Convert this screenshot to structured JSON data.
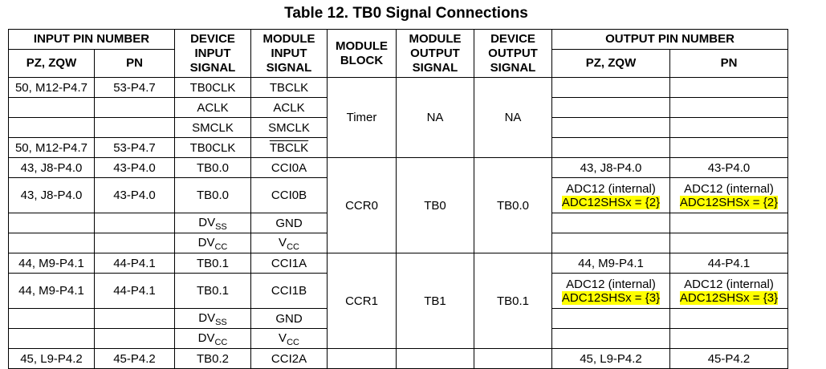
{
  "title": "Table 12. TB0 Signal Connections",
  "headers": {
    "input_pin_number": "INPUT PIN NUMBER",
    "device_input_signal": "DEVICE INPUT SIGNAL",
    "module_input_signal": "MODULE INPUT SIGNAL",
    "module_block": "MODULE BLOCK",
    "module_output_signal": "MODULE OUTPUT SIGNAL",
    "device_output_signal": "DEVICE OUTPUT SIGNAL",
    "output_pin_number": "OUTPUT PIN NUMBER",
    "pz_zqw": "PZ, ZQW",
    "pn": "PN"
  },
  "groups": {
    "timer": {
      "block": "Timer",
      "module_output": "NA",
      "device_output": "NA"
    },
    "ccr0": {
      "block": "CCR0",
      "module_output": "TB0",
      "device_output": "TB0.0"
    },
    "ccr1": {
      "block": "CCR1",
      "module_output": "TB1",
      "device_output": "TB0.1"
    }
  },
  "rows": [
    {
      "in_pz": "50, M12-P4.7",
      "in_pn": "53-P4.7",
      "dev_in": "TB0CLK",
      "mod_in": "TBCLK",
      "out_pz": "",
      "out_pn": ""
    },
    {
      "in_pz": "",
      "in_pn": "",
      "dev_in": "ACLK",
      "mod_in": "ACLK",
      "out_pz": "",
      "out_pn": ""
    },
    {
      "in_pz": "",
      "in_pn": "",
      "dev_in": "SMCLK",
      "mod_in": "SMCLK",
      "out_pz": "",
      "out_pn": ""
    },
    {
      "in_pz": "50, M12-P4.7",
      "in_pn": "53-P4.7",
      "dev_in": "TB0CLK",
      "mod_in": "TBCLK",
      "out_pz": "",
      "out_pn": ""
    },
    {
      "in_pz": "43, J8-P4.0",
      "in_pn": "43-P4.0",
      "dev_in": "TB0.0",
      "mod_in": "CCI0A",
      "out_pz": "43, J8-P4.0",
      "out_pn": "43-P4.0"
    },
    {
      "in_pz": "43, J8-P4.0",
      "in_pn": "43-P4.0",
      "dev_in": "TB0.0",
      "mod_in": "CCI0B",
      "out_pz_l1": "ADC12 (internal)",
      "out_pz_l2": "ADC12SHSx = {2}",
      "out_pn_l1": "ADC12 (internal)",
      "out_pn_l2": "ADC12SHSx = {2}"
    },
    {
      "in_pz": "",
      "in_pn": "",
      "dev_in_base": "DV",
      "dev_in_sub": "SS",
      "mod_in": "GND",
      "out_pz": "",
      "out_pn": ""
    },
    {
      "in_pz": "",
      "in_pn": "",
      "dev_in_base": "DV",
      "dev_in_sub": "CC",
      "mod_in_base": "V",
      "mod_in_sub": "CC",
      "out_pz": "",
      "out_pn": ""
    },
    {
      "in_pz": "44, M9-P4.1",
      "in_pn": "44-P4.1",
      "dev_in": "TB0.1",
      "mod_in": "CCI1A",
      "out_pz": "44, M9-P4.1",
      "out_pn": "44-P4.1"
    },
    {
      "in_pz": "44, M9-P4.1",
      "in_pn": "44-P4.1",
      "dev_in": "TB0.1",
      "mod_in": "CCI1B",
      "out_pz_l1": "ADC12 (internal)",
      "out_pz_l2": "ADC12SHSx = {3}",
      "out_pn_l1": "ADC12 (internal)",
      "out_pn_l2": "ADC12SHSx = {3}"
    },
    {
      "in_pz": "",
      "in_pn": "",
      "dev_in_base": "DV",
      "dev_in_sub": "SS",
      "mod_in": "GND",
      "out_pz": "",
      "out_pn": ""
    },
    {
      "in_pz": "",
      "in_pn": "",
      "dev_in_base": "DV",
      "dev_in_sub": "CC",
      "mod_in_base": "V",
      "mod_in_sub": "CC",
      "out_pz": "",
      "out_pn": ""
    },
    {
      "in_pz": "45, L9-P4.2",
      "in_pn": "45-P4.2",
      "dev_in": "TB0.2",
      "mod_in": "CCI2A",
      "out_pz": "45, L9-P4.2",
      "out_pn": "45-P4.2"
    }
  ]
}
